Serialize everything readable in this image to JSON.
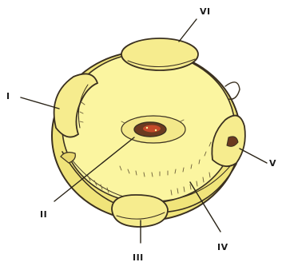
{
  "diagram": {
    "labels": [
      {
        "id": "label-1",
        "text": "I"
      },
      {
        "id": "label-2",
        "text": "II"
      },
      {
        "id": "label-3",
        "text": "III"
      },
      {
        "id": "label-4",
        "text": "IV"
      },
      {
        "id": "label-5",
        "text": "V"
      },
      {
        "id": "label-6",
        "text": "VI"
      }
    ],
    "colors": {
      "body": "#fbf5a0",
      "rim": "#f0e47a",
      "shadow": "#d9c866",
      "outline": "#3a3020",
      "core_dark": "#6b3a20",
      "core_red": "#c44a2a"
    }
  }
}
